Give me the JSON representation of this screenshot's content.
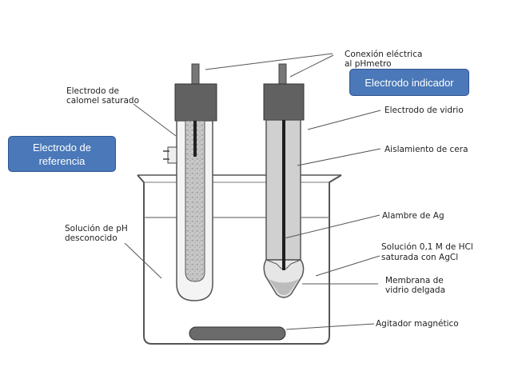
{
  "labels": {
    "conexion_line1": "Conexión eléctrica",
    "conexion_line2": "al pHmetro",
    "calomel_line1": "Electrodo de",
    "calomel_line2": "calomel saturado",
    "vidrio": "Electrodo de vidrio",
    "cera": "Aislamiento de cera",
    "alambre": "Alambre de Ag",
    "hcl_line1": "Solución 0,1 M de HCl",
    "hcl_line2": "saturada con AgCl",
    "ph_line1": "Solución de pH",
    "ph_line2": "desconocido",
    "membrana_line1": "Membrana de",
    "membrana_line2": "vidrio delgada",
    "agitador": "Agitador magnético"
  },
  "callouts": {
    "indicador": "Electrodo indicador",
    "referencia_line1": "Electrodo de",
    "referencia_line2": "referencia"
  }
}
